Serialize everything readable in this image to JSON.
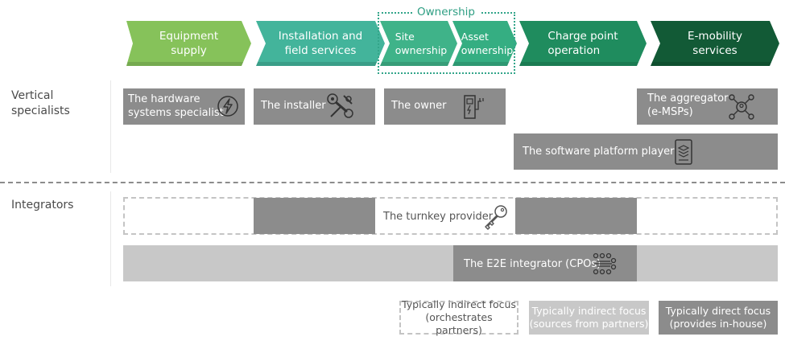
{
  "header": {
    "ownership_label": "Ownership",
    "stages": [
      {
        "label": "Equipment\nsupply",
        "color": "#86c25a"
      },
      {
        "label": "Installation and\nfield services",
        "color": "#43b49b"
      },
      {
        "label": "Site\nownership",
        "color": "#3fb389"
      },
      {
        "label": "Asset\nownership",
        "color": "#35ae82"
      },
      {
        "label": "Charge point\noperation",
        "color": "#1f8c5e"
      },
      {
        "label": "E-mobility\nservices",
        "color": "#125a36"
      }
    ]
  },
  "rows": {
    "vertical": "Vertical\nspecialists",
    "integrators": "Integrators"
  },
  "vertical_boxes": {
    "hardware": "The hardware\nsystems specialist",
    "installer": "The installer",
    "owner": "The owner",
    "aggregator": "The aggregator\n(e-MSPs)",
    "software": "The software platform player"
  },
  "integrator_boxes": {
    "turnkey": "The turnkey provider",
    "e2e": "The E2E integrator (CPOs)"
  },
  "legend": {
    "indirect_orchestrates": "Typically indirect focus\n(orchestrates partners)",
    "indirect_sources": "Typically indirect focus\n(sources from partners)",
    "direct": "Typically direct focus\n(provides in-house)"
  },
  "icons": [
    "lightning-icon",
    "tools-icon",
    "charging-station-icon",
    "network-icon",
    "server-icon",
    "key-icon",
    "circuit-icon"
  ]
}
